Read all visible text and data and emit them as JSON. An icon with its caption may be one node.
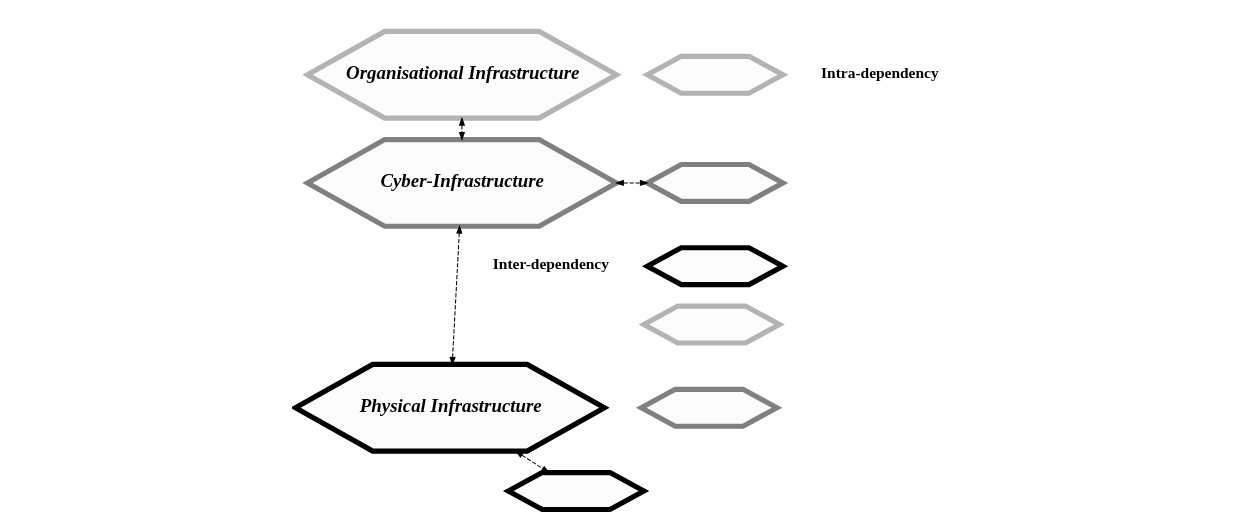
{
  "diagram": {
    "nodes": [
      {
        "text": [
          "Organisational Infrastructure"
        ]
      },
      {
        "text": [
          "Cyber-Infrastructure"
        ]
      },
      {
        "text": [
          "Physical Infrastructure"
        ]
      },
      {
        "text": [],
        "shape": "hexagon"
      },
      {
        "text": [],
        "shape": "hexagon"
      },
      {
        "text": [],
        "shape": "hexagon"
      },
      {
        "text": [],
        "shape": "hexagon"
      },
      {
        "text": [],
        "shape": "hexagon"
      },
      {
        "text": [],
        "shape": "hexagon"
      }
    ],
    "edges": [
      {
        "from": 0,
        "to": 1,
        "arrow": "both",
        "style": "dashed"
      },
      {
        "from": 1,
        "to": 2,
        "arrow": "both",
        "style": "dashed"
      },
      {
        "from": 1,
        "to": 4,
        "arrow": "both",
        "style": "dashed"
      },
      {
        "from": 2,
        "to": 8,
        "arrow": "both",
        "style": "dashed"
      }
    ],
    "labels": [
      "Intra-dependency",
      "Inter-dependency"
    ]
  }
}
